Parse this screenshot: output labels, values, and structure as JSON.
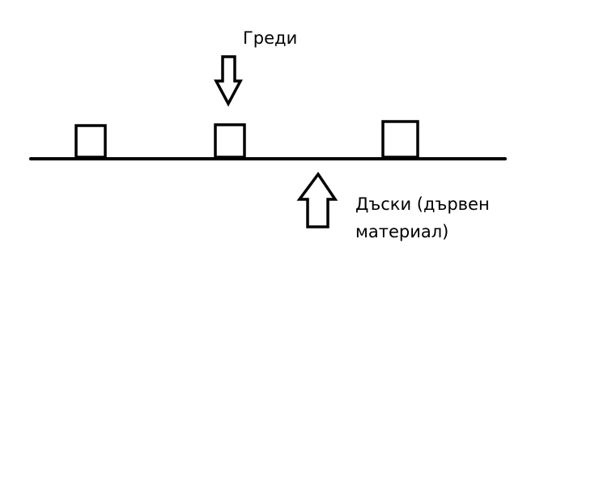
{
  "labels": {
    "beams": "Греди",
    "boards_line1": "Дъски (дървен",
    "boards_line2": "материал)"
  },
  "colors": {
    "stroke": "#000000",
    "background": "#ffffff"
  }
}
